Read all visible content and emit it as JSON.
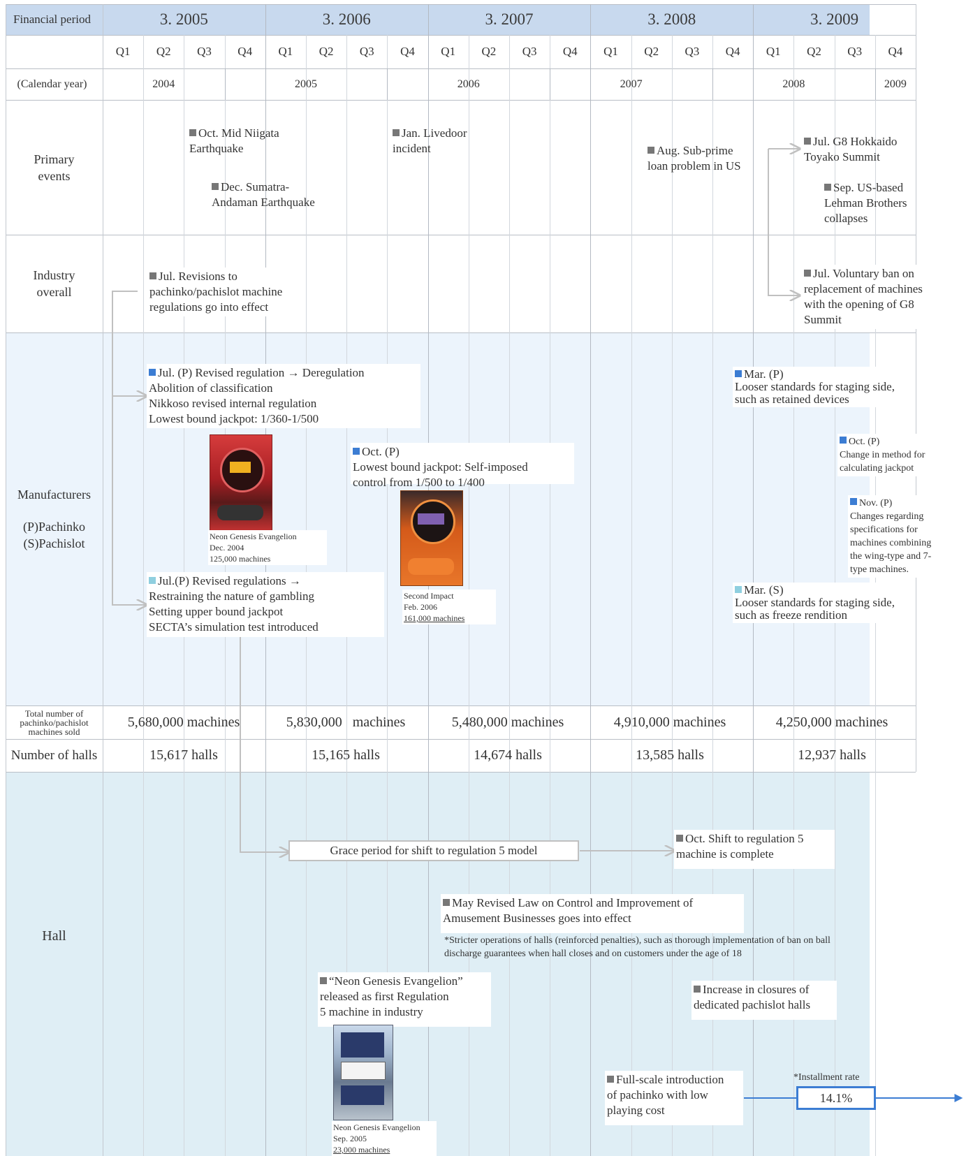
{
  "header": {
    "financial_period_label": "Financial period",
    "periods": [
      "3. 2005",
      "3. 2006",
      "3. 2007",
      "3. 2008",
      "3. 2009"
    ],
    "quarters": [
      "Q1",
      "Q2",
      "Q3",
      "Q4",
      "Q1",
      "Q2",
      "Q3",
      "Q4",
      "Q1",
      "Q2",
      "Q3",
      "Q4",
      "Q1",
      "Q2",
      "Q3",
      "Q4",
      "Q1",
      "Q2",
      "Q3",
      "Q4"
    ],
    "calendar_label": "(Calendar year)",
    "calendar_years": [
      "2004",
      "2005",
      "2006",
      "2007",
      "2008",
      "2009"
    ]
  },
  "rows": {
    "primary_events": [
      "Primary",
      "events"
    ],
    "industry_overall": [
      "Industry",
      "overall"
    ],
    "manufacturers": [
      "Manufacturers",
      "",
      "(P)Pachinko",
      "(S)Pachislot"
    ],
    "total_sold": [
      "Total number of",
      "pachinko/pachislot",
      "machines sold"
    ],
    "number_of_halls": "Number of halls",
    "hall": "Hall"
  },
  "primary_events": {
    "niigata": [
      "Oct. Mid Niigata",
      "Earthquake"
    ],
    "sumatra": [
      "Dec. Sumatra-",
      "Andaman Earthquake"
    ],
    "livedoor": [
      "Jan. Livedoor",
      "incident"
    ],
    "subprime": [
      "Aug. Sub-prime",
      "loan problem in US"
    ],
    "g8": [
      "Jul. G8 Hokkaido",
      "Toyako Summit"
    ],
    "lehman": [
      "Sep. US-based",
      "Lehman Brothers",
      "collapses"
    ]
  },
  "industry": {
    "revisions": [
      "Jul. Revisions to",
      "pachinko/pachislot machine",
      "regulations go into effect"
    ],
    "voluntary_ban": [
      "Jul. Voluntary ban on",
      "replacement of machines",
      "with the opening of G8",
      "Summit"
    ]
  },
  "manufacturers": {
    "jul_p": [
      "Jul. (P) Revised regulation → Deregulation",
      "Abolition of classification",
      "Nikkoso revised internal regulation",
      "Lowest bound jackpot: 1/360-1/500"
    ],
    "oct_p": [
      "Oct. (P)",
      "Lowest bound jackpot: Self-imposed",
      "control from 1/500 to 1/400"
    ],
    "jul_p2": [
      "Jul.(P) Revised regulations →",
      "Restraining the nature of gambling",
      "Setting upper bound jackpot",
      "SECTA’s simulation test introduced"
    ],
    "mar_p": [
      "Mar. (P)",
      "Looser standards for staging side,",
      "such as retained devices"
    ],
    "oct_p_2008": [
      "Oct. (P)",
      "Change in method for",
      "calculating jackpot"
    ],
    "nov_p": [
      "Nov. (P)",
      "Changes regarding",
      "specifications for",
      "machines combining",
      "the wing-type and 7-",
      "type machines."
    ],
    "mar_s": [
      "Mar. (S)",
      "Looser standards for staging side,",
      "such as freeze rendition"
    ],
    "machine1_caption": [
      "Neon Genesis Evangelion",
      "Dec. 2004",
      "125,000 machines"
    ],
    "machine2_caption": [
      "Second Impact",
      "Feb. 2006",
      "161,000 machines"
    ]
  },
  "stats": {
    "machines_sold": [
      "5,680,000 machines",
      "5,830,000   machines",
      "5,480,000 machines",
      "4,910,000 machines",
      "4,250,000 machines"
    ],
    "halls": [
      "15,617 halls",
      "15,165 halls",
      "14,674 halls",
      "13,585 halls",
      "12,937 halls"
    ]
  },
  "hall": {
    "grace_period": "Grace period for shift to regulation 5 model",
    "oct_shift": [
      "Oct. Shift to regulation 5",
      "machine is complete"
    ],
    "may_law": [
      "May Revised Law on Control and Improvement of",
      "Amusement Businesses goes into effect"
    ],
    "stricter_note": [
      "*Stricter operations of halls (reinforced penalties), such as thorough implementation of ban on ball",
      "discharge guarantees when hall closes and on customers under the age of 18"
    ],
    "evangelion_release": [
      "“Neon Genesis Evangelion”",
      "released as first Regulation",
      "5 machine in industry"
    ],
    "closures": [
      "Increase in closures of",
      "dedicated pachislot halls"
    ],
    "low_cost": [
      "Full-scale introduction",
      "of pachinko with low",
      "playing cost"
    ],
    "installment_label": "*Installment rate",
    "installment_value": "14.1%",
    "machine3_caption": [
      "Neon Genesis Evangelion",
      "Sep. 2005",
      "23,000 machines"
    ]
  },
  "colors": {
    "header_bg": "#c8d9ee",
    "manufacturers_bg": "#ecf4fc",
    "hall_bg": "#dfeef5",
    "arrow_gray": "#c0c0c0",
    "installment_blue": "#3c7dd3"
  }
}
